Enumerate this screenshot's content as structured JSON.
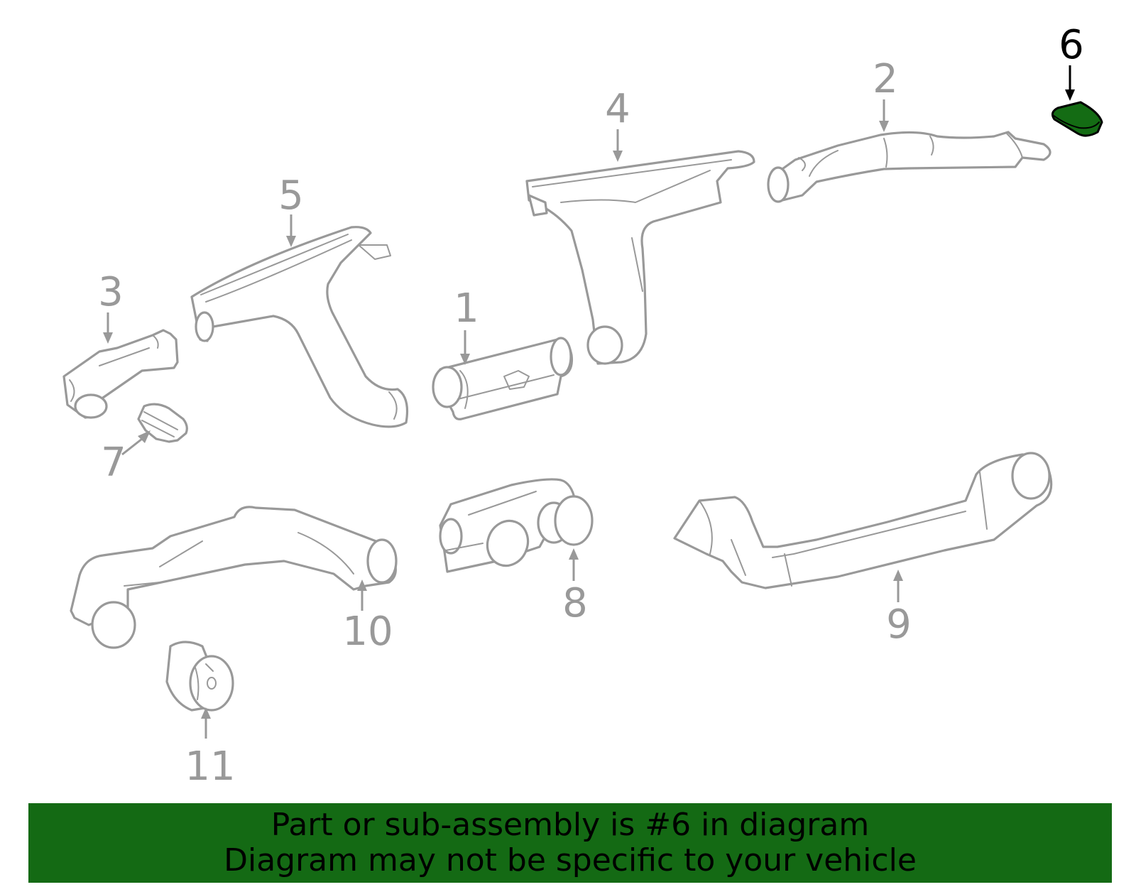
{
  "callouts": {
    "c1": "1",
    "c2": "2",
    "c3": "3",
    "c4": "4",
    "c5": "5",
    "c6": "6",
    "c7": "7",
    "c8": "8",
    "c9": "9",
    "c10": "10",
    "c11": "11"
  },
  "highlighted_part": "6",
  "colors": {
    "highlight": "#146c14",
    "banner": "#146a14",
    "line_art": "#999999"
  },
  "banner": {
    "line1": "Part or sub-assembly is #6 in diagram",
    "line2": "Diagram may not be specific to your vehicle"
  }
}
